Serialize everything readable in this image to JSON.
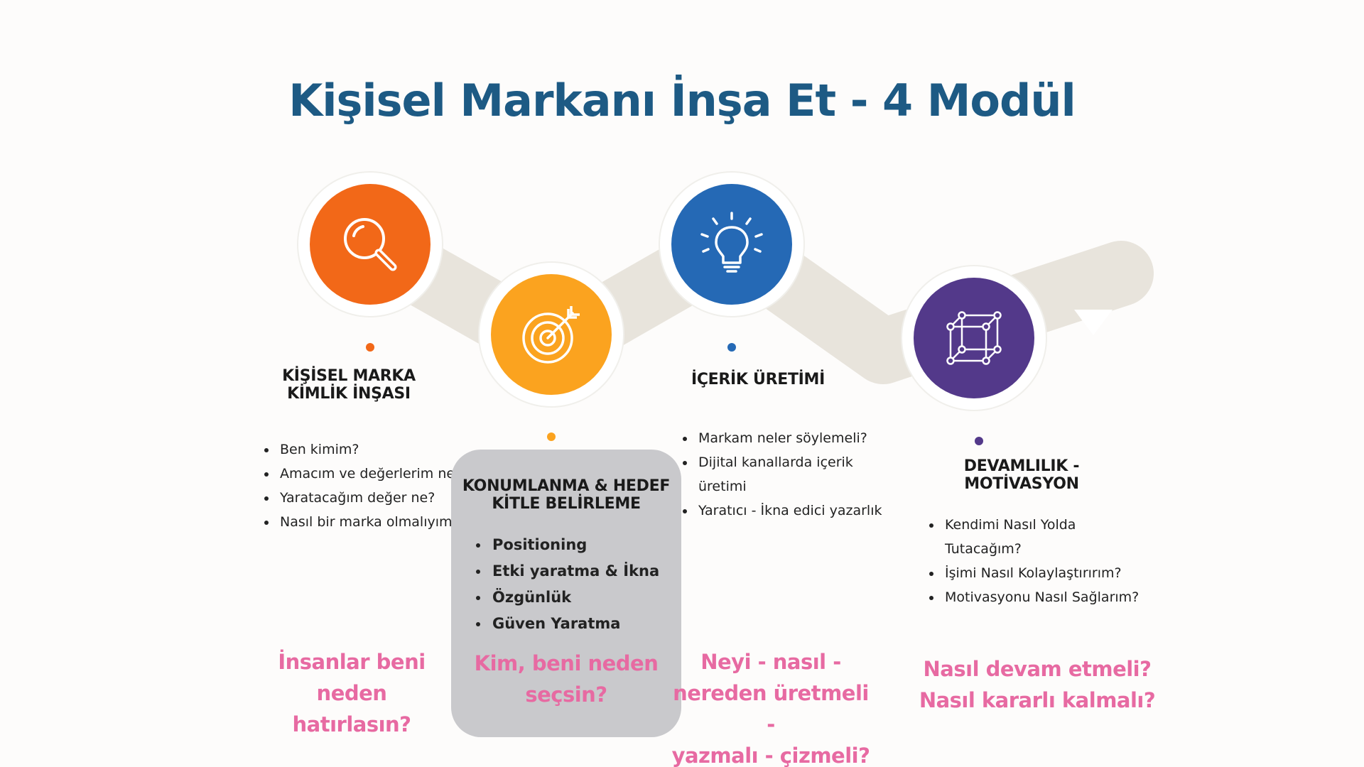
{
  "title": "Kişisel Markanı İnşa Et - 4 Modül",
  "colors": {
    "title": "#1d5a84",
    "module1": "#f26818",
    "module2": "#fba31f",
    "module3": "#2569b5",
    "module4": "#53398a",
    "question": "#e76aa2",
    "path": "#e8e4dc",
    "highlight_box": "#c9c9cc"
  },
  "modules": [
    {
      "icon": "magnifier-icon",
      "heading": [
        "KİŞİSEL MARKA",
        "KİMLİK İNŞASI"
      ],
      "bullets": [
        "Ben kimim?",
        "Amacım ve değerlerim ne?",
        "Yaratacağım değer ne?",
        "Nasıl bir marka olmalıyım?"
      ],
      "question": [
        "İnsanlar beni neden",
        "hatırlasın?"
      ]
    },
    {
      "icon": "target-icon",
      "heading": [
        "KONUMLANMA & HEDEF",
        "KİTLE BELİRLEME"
      ],
      "bullets": [
        "Positioning",
        "Etki yaratma & İkna",
        "Özgünlük",
        "Güven Yaratma"
      ],
      "question": [
        "Kim, beni neden",
        "seçsin?"
      ]
    },
    {
      "icon": "lightbulb-icon",
      "heading": [
        "İÇERİK ÜRETİMİ"
      ],
      "bullets": [
        "Markam neler söylemeli?",
        "Dijital kanallarda içerik",
        "üretimi",
        "Yaratıcı - İkna edici yazarlık"
      ],
      "question": [
        "Neyi - nasıl -",
        "nereden üretmeli -",
        "yazmalı - çizmeli?"
      ]
    },
    {
      "icon": "cube-icon",
      "heading": [
        "DEVAMLILIK -MOTİVASYON"
      ],
      "bullets": [
        "Kendimi Nasıl Yolda",
        "Tutacağım?",
        "İşimi Nasıl Kolaylaştırırım?",
        "Motivasyonu Nasıl Sağlarım?"
      ],
      "question": [
        "Nasıl devam etmeli?",
        "Nasıl kararlı kalmalı?"
      ]
    }
  ]
}
